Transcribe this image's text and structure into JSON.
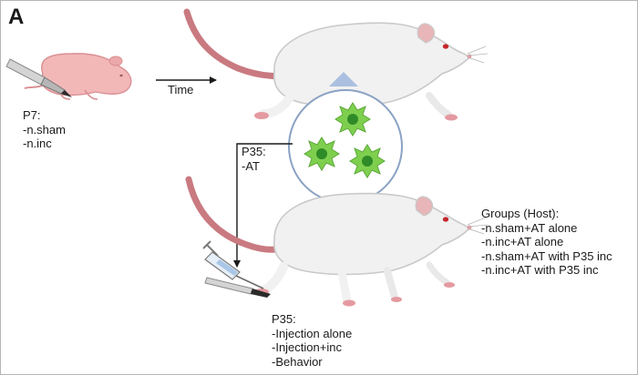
{
  "panel_letter": "A",
  "time_label": "Time",
  "p7": {
    "title": "P7:",
    "items": [
      "-n.sham",
      "-n.inc"
    ]
  },
  "p35_at": {
    "title": "P35:",
    "items": [
      "-AT"
    ]
  },
  "groups": {
    "title": "Groups (Host):",
    "items": [
      "-n.sham+AT alone",
      "-n.inc+AT alone",
      "-n.sham+AT with P35 inc",
      "-n.inc+AT with P35 inc"
    ]
  },
  "p35_injection": {
    "title": "P35:",
    "items": [
      "-Injection alone",
      "-Injection+inc",
      "-Behavior"
    ]
  },
  "colors": {
    "rat_body": "#f1f1f1",
    "rat_outline": "#c9c9c9",
    "rat_skin": "#e49aa0",
    "tail": "#c97a80",
    "pup": "#f2b8b8",
    "cell": "#7fcf4f",
    "cell_nucleus": "#2f8a28",
    "circle_edge": "#8aa2c4",
    "cone": "#9fb7dd"
  }
}
